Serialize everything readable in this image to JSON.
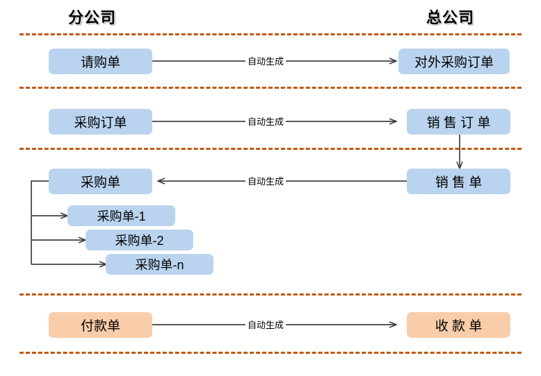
{
  "diagram": {
    "columns": [
      {
        "id": "branch",
        "title": "分公司"
      },
      {
        "id": "headquarter",
        "title": "总公司"
      }
    ],
    "colors": {
      "node_blue": "#bad4ef",
      "node_peach": "#f9cdaa",
      "divider": "#c0590f",
      "wire": "#404040",
      "text": "#000000",
      "background": "#ffffff"
    },
    "nodes": {
      "purchase_request": {
        "label": "请购单",
        "column": "branch",
        "fill": "blue"
      },
      "external_po": {
        "label": "对外采购订单",
        "column": "headquarter",
        "fill": "blue"
      },
      "purchase_order": {
        "label": "采购订单",
        "column": "branch",
        "fill": "blue"
      },
      "sales_order": {
        "label": "销 售 订 单",
        "column": "headquarter",
        "fill": "blue"
      },
      "purchase_note": {
        "label": "采购单",
        "column": "branch",
        "fill": "blue"
      },
      "sales_note": {
        "label": "销 售 单",
        "column": "headquarter",
        "fill": "blue"
      },
      "purchase_note_1": {
        "label": "采购单-1",
        "column": "branch",
        "fill": "blue"
      },
      "purchase_note_2": {
        "label": "采购单-2",
        "column": "branch",
        "fill": "blue"
      },
      "purchase_note_n": {
        "label": "采购单-n",
        "column": "branch",
        "fill": "blue"
      },
      "payment_note": {
        "label": "付款单",
        "column": "branch",
        "fill": "peach"
      },
      "receipt_note": {
        "label": "收 款 单",
        "column": "headquarter",
        "fill": "peach"
      }
    },
    "edges": [
      {
        "id": "e1",
        "from": "purchase_request",
        "to": "external_po",
        "label": "自动生成",
        "direction": "right"
      },
      {
        "id": "e2",
        "from": "purchase_order",
        "to": "sales_order",
        "label": "自动生成",
        "direction": "right"
      },
      {
        "id": "e3",
        "from": "sales_order",
        "to": "sales_note",
        "label": "",
        "direction": "down"
      },
      {
        "id": "e4",
        "from": "sales_note",
        "to": "purchase_note",
        "label": "自动生成",
        "direction": "left"
      },
      {
        "id": "e5",
        "from": "purchase_note",
        "to": "purchase_note_1",
        "label": "",
        "direction": "branch"
      },
      {
        "id": "e6",
        "from": "purchase_note",
        "to": "purchase_note_2",
        "label": "",
        "direction": "branch"
      },
      {
        "id": "e7",
        "from": "purchase_note",
        "to": "purchase_note_n",
        "label": "",
        "direction": "branch"
      },
      {
        "id": "e8",
        "from": "payment_note",
        "to": "receipt_note",
        "label": "自动生成",
        "direction": "right"
      }
    ],
    "edge_labels": {
      "l1": "自动生成",
      "l2": "自动生成",
      "l4": "自动生成",
      "l8": "自动生成"
    },
    "dividers": 5
  }
}
